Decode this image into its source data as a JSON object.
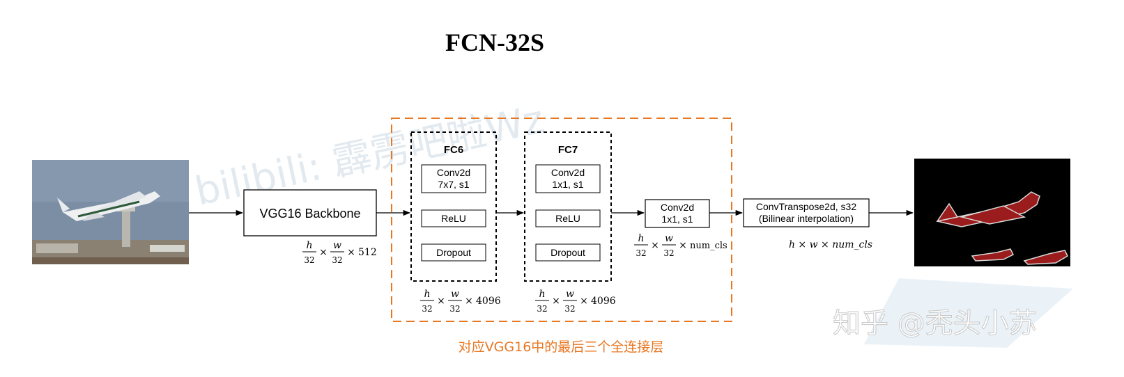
{
  "title": "FCN-32S",
  "input_image": {
    "description_name": "airplane-photo",
    "sky": "#7b8ea4",
    "ground": "#8a8172"
  },
  "output_image": {
    "description_name": "segmentation-mask",
    "background": "#000000",
    "mask_color": "#9b1c1c"
  },
  "nodes": {
    "backbone": "VGG16 Backbone",
    "fc6": {
      "title": "FC6",
      "conv_line1": "Conv2d",
      "conv_line2": "7x7, s1",
      "relu": "ReLU",
      "dropout": "Dropout"
    },
    "fc7": {
      "title": "FC7",
      "conv_line1": "Conv2d",
      "conv_line2": "1x1, s1",
      "relu": "ReLU",
      "dropout": "Dropout"
    },
    "score": {
      "line1": "Conv2d",
      "line2": "1x1, s1"
    },
    "upsample": {
      "line1": "ConvTranspose2d, s32",
      "line2": "(Bilinear interpolation)"
    }
  },
  "shapes": {
    "backbone_out": {
      "h": "h",
      "w": "w",
      "den": "32",
      "times": "×",
      "channels": "512"
    },
    "fc6_out": {
      "h": "h",
      "w": "w",
      "den": "32",
      "times": "×",
      "channels": "4096"
    },
    "fc7_out": {
      "h": "h",
      "w": "w",
      "den": "32",
      "times": "×",
      "channels": "4096"
    },
    "score_out": {
      "h": "h",
      "w": "w",
      "den": "32",
      "times": "×",
      "channels": "num_cls"
    },
    "final_out": "h × w × num_cls"
  },
  "group_caption": "对应VGG16中的最后三个全连接层",
  "watermark": {
    "bilibili": "bilibili: 霹雳吧啦Wz",
    "zhihu": "知乎 @秃头小苏"
  },
  "colors": {
    "orange": "#e87722",
    "stroke": "#000000"
  }
}
